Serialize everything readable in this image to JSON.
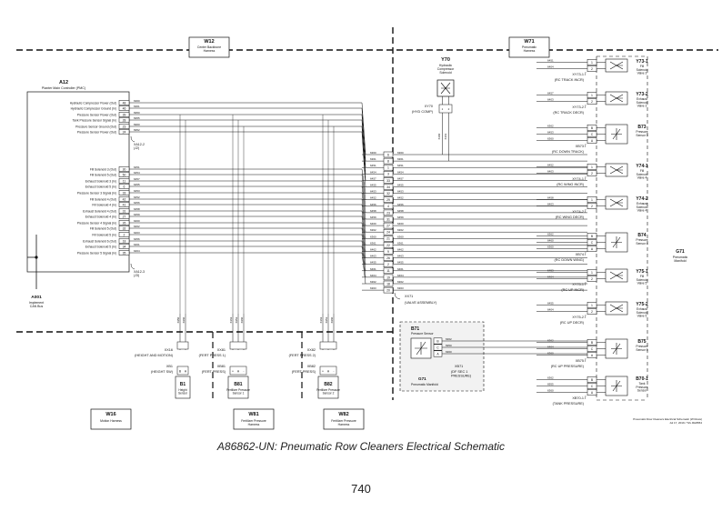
{
  "caption": "A86862-UN: Pneumatic Row Cleaners Electrical Schematic",
  "page_number": "740",
  "footnote": [
    "Pneumatic Row Cleaners Electrical Schematic (W Rows)",
    "Jul 17, 2019 / T2L RH8654"
  ],
  "harness_top": [
    {
      "id": "W12",
      "name": "Center Backbone\nHarness"
    },
    {
      "id": "W71",
      "name": "Pneumatic\nHarness"
    }
  ],
  "harness_bottom": [
    {
      "id": "W16",
      "name": "Motion Harness"
    },
    {
      "id": "W81",
      "name": "Fertilizer Pressure\nHarness"
    },
    {
      "id": "W82",
      "name": "Fertilizer Pressure\nHarness"
    }
  ],
  "controller": {
    "id": "A12",
    "name": "Planter Main Controller (PMC)",
    "pins": [
      {
        "label": "Hydraulic Compressor Power (Out)",
        "pin": "48",
        "wire": "6360"
      },
      {
        "label": "Hydraulic Compressor Ground (In)",
        "pin": "46",
        "wire": "6361"
      },
      {
        "label": "Pressure Sensor Power (Out)",
        "pin": "39",
        "wire": "6950"
      },
      {
        "label": "Tank Pressure Sensor Signal (In)",
        "pin": "28",
        "wire": "6955"
      },
      {
        "label": "Pressure Sensor Ground (Out)",
        "pin": "23",
        "wire": "6960"
      },
      {
        "label": "Pressure Sensor Power (Out)",
        "pin": "24",
        "wire": "6952"
      },
      {
        "label": "Fill Solenoid 3 (Out)",
        "pin": "30",
        "wire": "6451"
      },
      {
        "label": "Fill Solenoid 5 (Out)",
        "pin": "50",
        "wire": "6454"
      },
      {
        "label": "Exhaust Solenoid 3 (In)",
        "pin": "11",
        "wire": "6457"
      },
      {
        "label": "Exhaust Solenoid 5 (In)",
        "pin": "6",
        "wire": "6455"
      },
      {
        "label": "Pressure Sensor 3 Signal (In)",
        "pin": "33",
        "wire": "6453"
      },
      {
        "label": "Fill Solenoid 4 (Out)",
        "pin": "42",
        "wire": "6452"
      },
      {
        "label": "Fill Solenoid 4 (In)",
        "pin": "41",
        "wire": "6456"
      },
      {
        "label": "Exhaust Solenoid 4 (Out)",
        "pin": "31",
        "wire": "6458"
      },
      {
        "label": "Exhaust Solenoid 4 (In)",
        "pin": "27",
        "wire": "6459"
      },
      {
        "label": "Pressure Sensor 4 Signal (In)",
        "pin": "26",
        "wire": "6460"
      },
      {
        "label": "Fill Solenoid 5 (Out)",
        "pin": "32",
        "wire": "6462"
      },
      {
        "label": "Fill Solenoid 5 (In)",
        "pin": "2",
        "wire": "6463"
      },
      {
        "label": "Exhaust Solenoid 6 (Out)",
        "pin": "18",
        "wire": "6456"
      },
      {
        "label": "Exhaust Solenoid 5 (In)",
        "pin": "34",
        "wire": "6461"
      },
      {
        "label": "Pressure Sensor 5 Signal (In)",
        "pin": "35",
        "wire": "6464"
      }
    ],
    "connectors": [
      "XA12-2\n(J2)",
      "XA12-3\n(J3)"
    ]
  },
  "can_bus": {
    "id": "A001",
    "name": "Implement\nCAN Bus"
  },
  "compressor": {
    "id": "Y70",
    "name": "Hydraulic\nCompressor\nSolenoid",
    "connector": "XY70",
    "conn_label": "(HYD COMP)",
    "wires": [
      "6360",
      "6361"
    ]
  },
  "valve_assembly": {
    "connector": "XX71",
    "label": "(VALVE ASSEMBLY)",
    "pins": [
      {
        "pin": "6",
        "wire": "6360"
      },
      {
        "pin": "8",
        "wire": "6361"
      },
      {
        "pin": "1",
        "wire": "6451"
      },
      {
        "pin": "3",
        "wire": "6454"
      },
      {
        "pin": "33",
        "wire": "6457"
      },
      {
        "pin": "34",
        "wire": "6455"
      },
      {
        "pin": "32",
        "wire": "6453"
      },
      {
        "pin": "29",
        "wire": "6452"
      },
      {
        "pin": "4",
        "wire": "6456"
      },
      {
        "pin": "23",
        "wire": "6458"
      },
      {
        "pin": "31",
        "wire": "6459"
      },
      {
        "pin": "27",
        "wire": "6460"
      },
      {
        "pin": "24",
        "wire": "6362"
      },
      {
        "pin": "21",
        "wire": "6360"
      },
      {
        "pin": "22",
        "wire": "6361"
      },
      {
        "pin": "9",
        "wire": "6462"
      },
      {
        "pin": "26",
        "wire": "6463"
      },
      {
        "pin": "2",
        "wire": "6455"
      },
      {
        "pin": "11",
        "wire": "6461"
      },
      {
        "pin": "19",
        "wire": "6464"
      },
      {
        "pin": "18",
        "wire": "6362"
      },
      {
        "pin": "20",
        "wire": "6363"
      }
    ]
  },
  "devices": [
    {
      "id": "Y73-1",
      "name": "Fill\nSolenoid\nValve 3",
      "conn": "XY73-1",
      "conn_label": "(RC TRACK INCR)",
      "pins": [
        {
          "p": "1",
          "w": "6451"
        },
        {
          "p": "2",
          "w": "6404"
        }
      ]
    },
    {
      "id": "Y73-2",
      "name": "Exhaust\nSolenoid\nValve 3",
      "conn": "XY73-2",
      "conn_label": "(RC TRACK DECR)",
      "pins": [
        {
          "p": "1",
          "w": "6457"
        },
        {
          "p": "2",
          "w": "6403"
        }
      ]
    },
    {
      "id": "B73",
      "name": "Pressure\nSensor 3",
      "conn": "XB73",
      "conn_label": "(RC DOWN TRACK)",
      "pins": [
        {
          "p": "B",
          "w": "6362"
        },
        {
          "p": "C",
          "w": "6453"
        },
        {
          "p": "A",
          "w": "6360"
        }
      ]
    },
    {
      "id": "Y74-1",
      "name": "Fill\nSolenoid\nValve 4",
      "conn": "XY74-1",
      "conn_label": "(RC WING INCR)",
      "pins": [
        {
          "p": "1",
          "w": "6452"
        },
        {
          "p": "2",
          "w": "6403"
        }
      ]
    },
    {
      "id": "Y74-2",
      "name": "Exhaust\nSolenoid\nValve 4",
      "conn": "XY74-2",
      "conn_label": "(RC WING DECR)",
      "pins": [
        {
          "p": "1",
          "w": "6458"
        },
        {
          "p": "2",
          "w": "6403"
        }
      ]
    },
    {
      "id": "B74",
      "name": "Pressure\nSensor 4",
      "conn": "XB74",
      "conn_label": "(RC DOWN WING)",
      "pins": [
        {
          "p": "B",
          "w": "6362"
        },
        {
          "p": "C",
          "w": "6460"
        },
        {
          "p": "A",
          "w": "6360"
        }
      ]
    },
    {
      "id": "Y75-1",
      "name": "Fill\nSolenoid\nValve 5",
      "conn": "XY75-1",
      "conn_label": "(RC UP INCR)",
      "pins": [
        {
          "p": "1",
          "w": "6453"
        },
        {
          "p": "2",
          "w": "6404"
        }
      ]
    },
    {
      "id": "Y75-2",
      "name": "Exhaust\nSolenoid\nValve 5",
      "conn": "XY75-2",
      "conn_label": "(RC UP DECR)",
      "pins": [
        {
          "p": "1",
          "w": "6455"
        },
        {
          "p": "2",
          "w": "6404"
        }
      ]
    },
    {
      "id": "B75",
      "name": "Pressure\nSensor 5",
      "conn": "XB75",
      "conn_label": "(RC UP PRESSURE)",
      "pins": [
        {
          "p": "B",
          "w": "6362"
        },
        {
          "p": "C",
          "w": "6464"
        },
        {
          "p": "A",
          "w": "6360"
        }
      ]
    },
    {
      "id": "B70-1",
      "name": "Tank\nPressure\nSensor",
      "conn": "XB70-1",
      "conn_label": "(TANK PRESSURE)",
      "pins": [
        {
          "p": "B",
          "w": "6362"
        },
        {
          "p": "C",
          "w": "6955"
        },
        {
          "p": "A",
          "w": "6360"
        }
      ]
    }
  ],
  "manifold_right": {
    "id": "G71",
    "name": "Pneumatic\nManifold"
  },
  "b71": {
    "id": "B71",
    "name": "Pressure Sensor",
    "conn": "XB71",
    "conn_label": "(DF SEC 1\nPRESSURE)",
    "pins": [
      {
        "p": "B",
        "w": "6362"
      },
      {
        "p": "C",
        "w": "6950"
      },
      {
        "p": "A",
        "w": "6360"
      }
    ],
    "manifold": "G71",
    "manifold_name": "Pneumatic Manifold"
  },
  "bottom_sensors": [
    {
      "id": "B1",
      "name": "Height\nSensor",
      "conn": "XB1",
      "conn_label": "(HEIGHT SW)",
      "hconn": "XX16",
      "hconn_label": "(HEIGHT AND MOTION)",
      "wires": [
        "6950",
        "6960"
      ],
      "pins": [
        "B",
        "A"
      ]
    },
    {
      "id": "B81",
      "name": "Fertilizer Pressure\nSensor 1",
      "conn": "XB81",
      "conn_label": "(FERT PRESS)",
      "hconn": "XX81",
      "hconn_label": "(FERT PRESS 1)",
      "wires": [
        "6362",
        "6952",
        "6960"
      ],
      "pins": [
        "+",
        "A",
        "-"
      ]
    },
    {
      "id": "B82",
      "name": "Fertilizer Pressure\nSensor 2",
      "conn": "XB82",
      "conn_label": "(FERT PRESS)",
      "hconn": "XX82",
      "hconn_label": "(FERT PRESS 2)",
      "wires": [
        "6362",
        "6953",
        "6960"
      ],
      "pins": [
        "+",
        "A",
        "-"
      ]
    }
  ]
}
